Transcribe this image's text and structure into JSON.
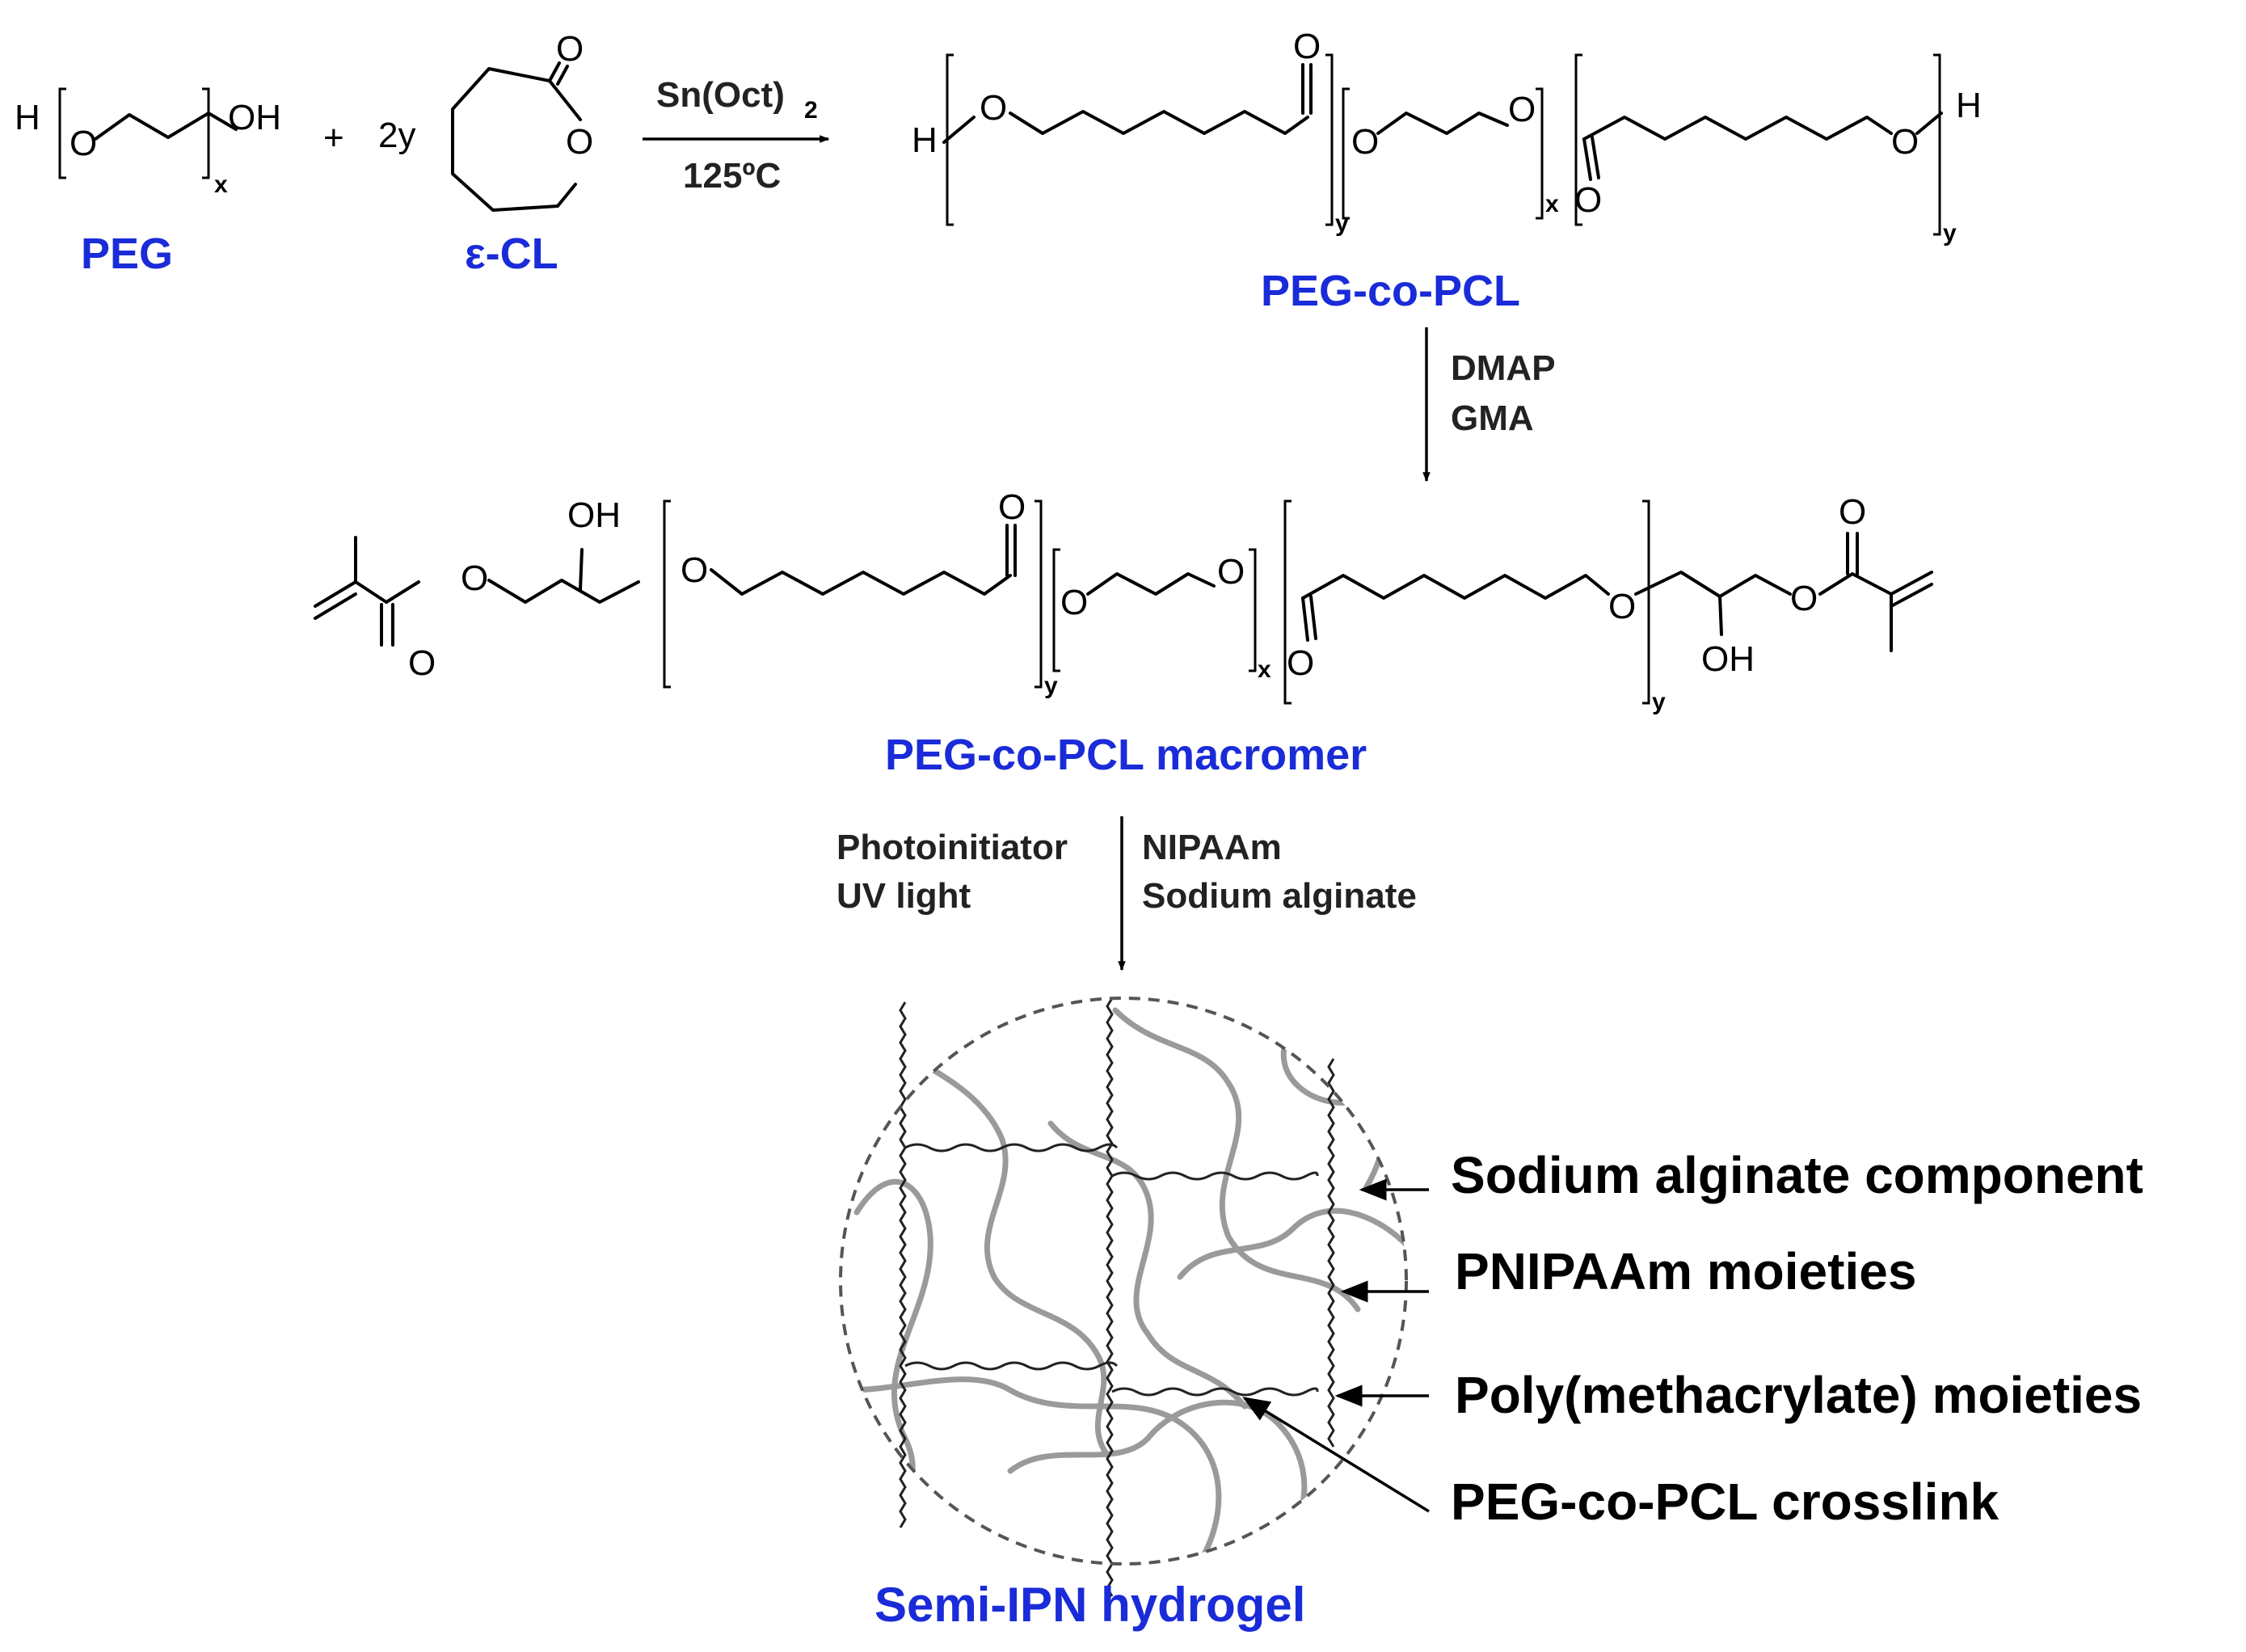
{
  "reaction1": {
    "peg_label": "PEG",
    "cl_label": "ε-CL",
    "plus": "+",
    "coefficient": "2y",
    "reagent": "Sn(Oct)",
    "reagent_sub": "2",
    "temperature": "125ºC"
  },
  "atoms": {
    "H": "H",
    "O": "O",
    "OH": "OH",
    "x": "x",
    "y": "y"
  },
  "product1_label": "PEG-co-PCL",
  "step2": {
    "line1": "DMAP",
    "line2": "GMA"
  },
  "product2_label": "PEG-co-PCL macromer",
  "step3": {
    "left_line1": "Photoinitiator",
    "left_line2": "UV light",
    "right_line1": "NIPAAm",
    "right_line2": "Sodium alginate"
  },
  "hydrogel": {
    "label": "Semi-IPN hydrogel",
    "callouts": [
      "Sodium alginate component",
      "PNIPAAm moieties",
      "Poly(methacrylate) moieties",
      "PEG-co-PCL crosslink"
    ]
  }
}
